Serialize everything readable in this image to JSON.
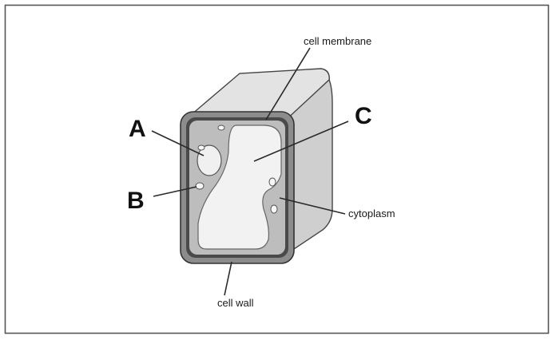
{
  "diagram": {
    "labels": {
      "cell_membrane": "cell membrane",
      "cytoplasm": "cytoplasm",
      "cell_wall": "cell wall",
      "a": "A",
      "b": "B",
      "c": "C"
    },
    "colors": {
      "frame": "#555555",
      "cell_wall": "#8c8c8c",
      "cell_membrane": "#4a4a4a",
      "cytoplasm": "#bdbdbd",
      "vacuole": "#f2f2f2",
      "side_face": "#cfcfcf",
      "top_face": "#e3e3e3"
    }
  }
}
